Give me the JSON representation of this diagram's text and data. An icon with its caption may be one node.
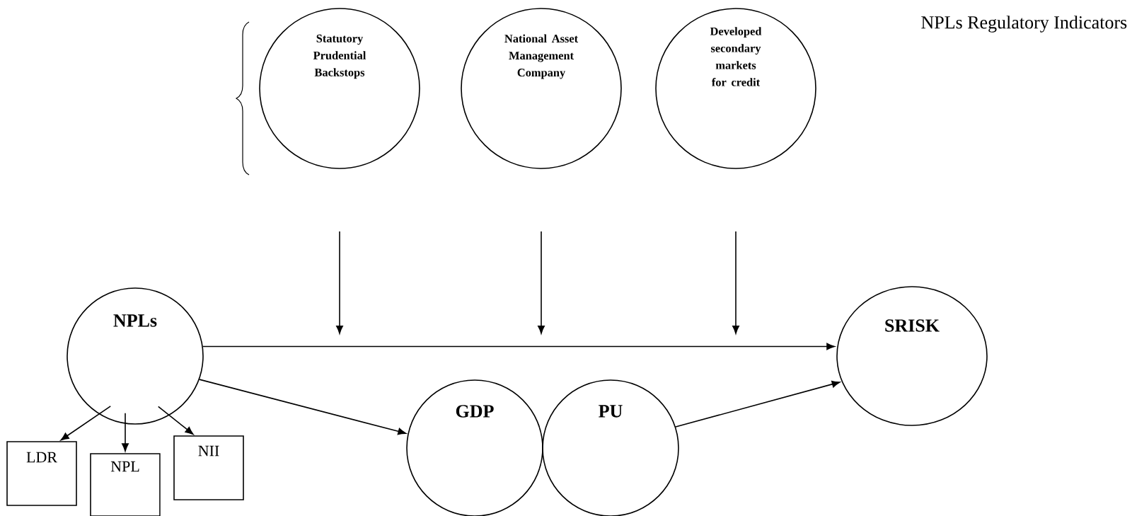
{
  "diagram": {
    "title": "NPLs Regulatory Indicators",
    "nodes": [
      {
        "text": [
          "Statutory Prudential Backstops"
        ]
      },
      {
        "text": [
          "National Asset Management Company"
        ]
      },
      {
        "text": [
          "Developed secondary markets for credit"
        ]
      },
      {
        "text": [
          "NPLs"
        ]
      },
      {
        "text": [
          "LDR"
        ]
      },
      {
        "text": [
          "NPL"
        ]
      },
      {
        "text": [
          "NII"
        ]
      },
      {
        "text": [
          "GDP"
        ]
      },
      {
        "text": [
          "PU"
        ]
      },
      {
        "text": [
          "SRISK"
        ]
      }
    ],
    "edges": [
      {
        "from": 3,
        "to": 9,
        "arrow": "to"
      },
      {
        "from": 3,
        "to": 7,
        "arrow": "to"
      },
      {
        "from": 8,
        "to": 9,
        "arrow": "to"
      },
      {
        "from": 3,
        "to": 4,
        "arrow": "to"
      },
      {
        "from": 3,
        "to": 5,
        "arrow": "to"
      },
      {
        "from": 3,
        "to": 6,
        "arrow": "to"
      }
    ]
  }
}
